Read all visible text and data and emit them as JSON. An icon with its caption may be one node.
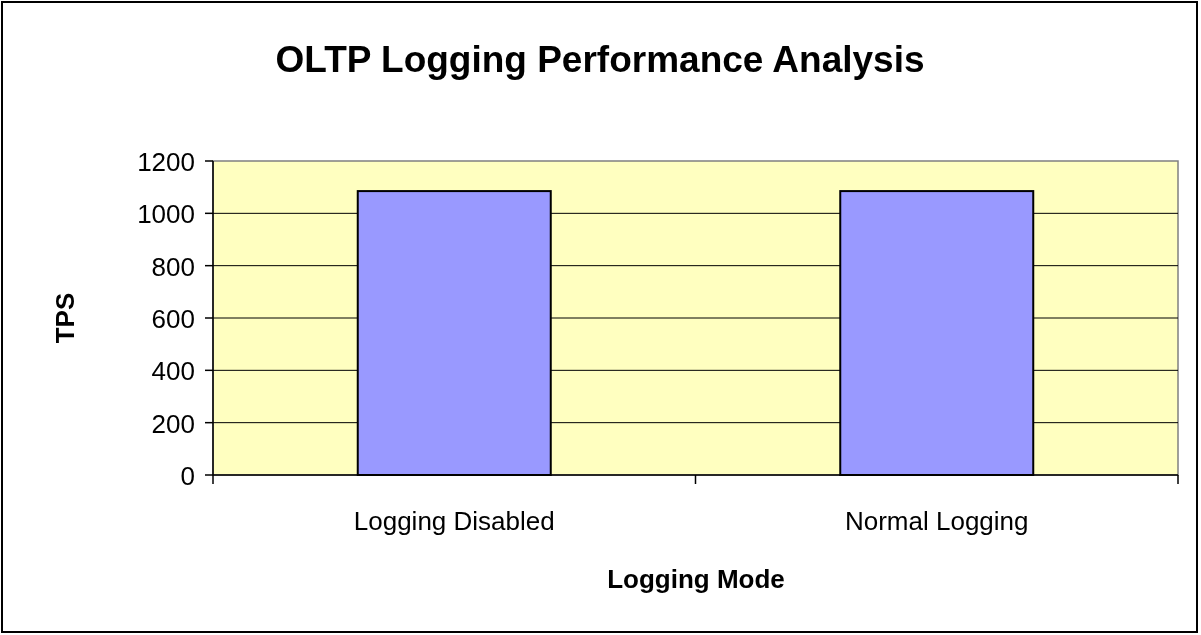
{
  "diagram": {
    "chart_data": {
      "type": "bar",
      "title": "OLTP Logging Performance Analysis",
      "xlabel": "Logging Mode",
      "ylabel": "TPS",
      "categories": [
        "Logging Disabled",
        "Normal Logging"
      ],
      "series": [
        {
          "color": "#9999ff",
          "values": [
            1085,
            1085
          ]
        }
      ],
      "ylim": [
        0,
        1200
      ],
      "grid": true,
      "yticks": [
        0,
        200,
        400,
        600,
        800,
        1000,
        1200
      ]
    }
  }
}
